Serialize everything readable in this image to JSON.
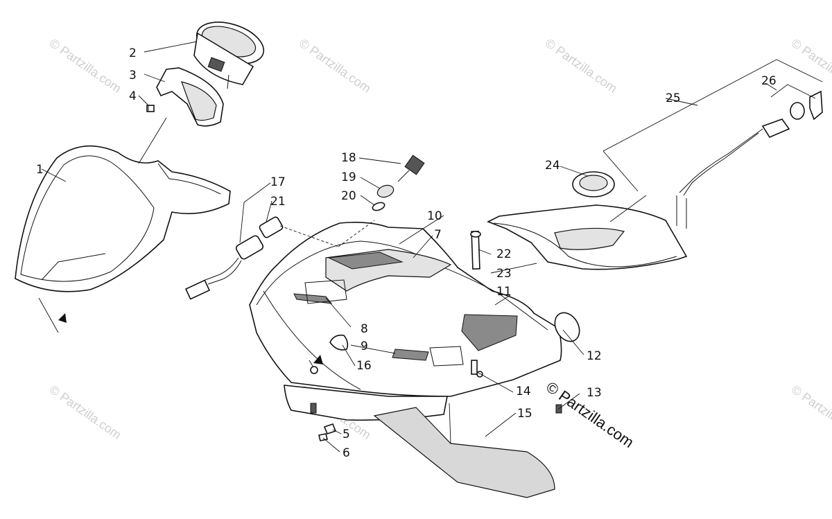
{
  "watermarks": {
    "mark": "© Partzilla.com",
    "big": "© Partzilla.com"
  },
  "callouts": {
    "c1": "1",
    "c2": "2",
    "c3": "3",
    "c4": "4",
    "c5": "5",
    "c6": "6",
    "c7": "7",
    "c8": "8",
    "c9": "9",
    "c10": "10",
    "c11": "11",
    "c12": "12",
    "c13": "13",
    "c14": "14",
    "c15": "15",
    "c16": "16",
    "c17": "17",
    "c18": "18",
    "c19": "19",
    "c20": "20",
    "c21": "21",
    "c22": "22",
    "c23": "23",
    "c24": "24",
    "c25": "25",
    "c26": "26"
  }
}
